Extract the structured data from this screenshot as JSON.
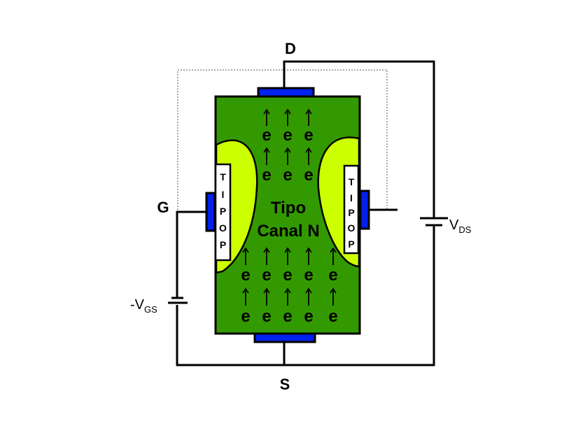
{
  "terminals": {
    "drain": "D",
    "gate": "G",
    "source": "S"
  },
  "sources": {
    "vgs": {
      "prefix": "-V",
      "sub": "GS"
    },
    "vds": {
      "prefix": "V",
      "sub": "DS"
    }
  },
  "channel": {
    "line1": "Tipo",
    "line2": "Canal N"
  },
  "p_regions": {
    "left": [
      "T",
      "I",
      "P",
      "O",
      "P"
    ],
    "right": [
      "T",
      "I",
      "P",
      "O",
      "P"
    ]
  },
  "electron_symbol": "e",
  "colors": {
    "channel": "#339900",
    "depletion": "#ccff00",
    "contact": "#0022ee",
    "p_region": "#ffffff"
  }
}
